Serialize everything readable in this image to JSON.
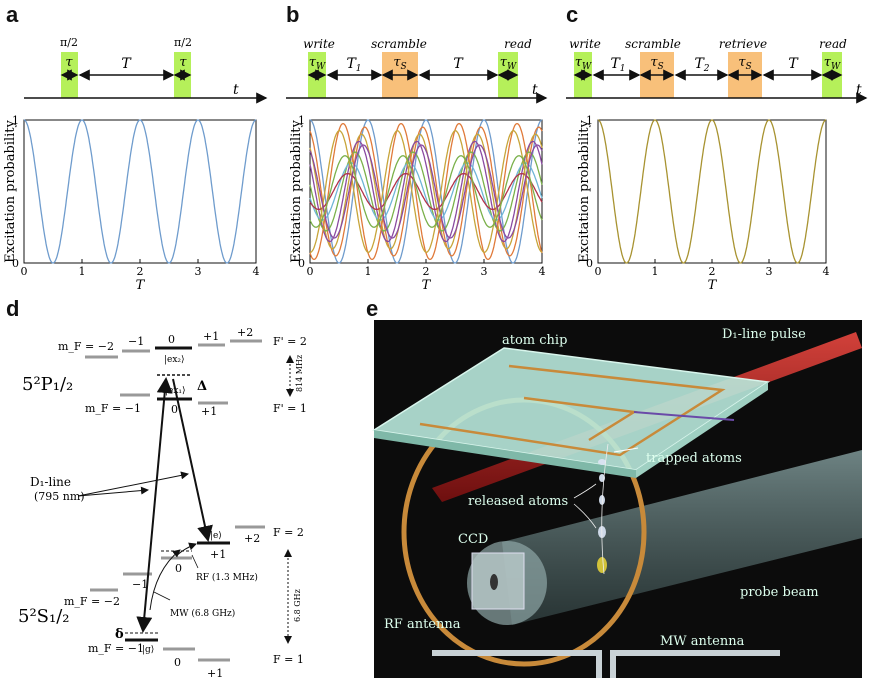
{
  "panels": {
    "a": {
      "letter": "a",
      "timeline": {
        "pulse_label_1": "π/2",
        "pulse_label_2": "π/2",
        "tau_1": "τ",
        "tau_2": "τ",
        "gap_label": "T",
        "axis_label": "t"
      },
      "chart": {
        "ylabel": "Excitation probability",
        "xlabel": "T",
        "xticks": [
          "0",
          "1",
          "2",
          "3",
          "4"
        ],
        "yticks": [
          "0",
          "1"
        ]
      }
    },
    "b": {
      "letter": "b",
      "timeline": {
        "write": "write",
        "scramble": "scramble",
        "read": "read",
        "tau_w1": "τ",
        "tau_w1_sub": "W",
        "tau_s": "τ",
        "tau_s_sub": "S",
        "tau_w2": "τ",
        "tau_w2_sub": "W",
        "t1": "T",
        "t1_sub": "1",
        "gap": "T",
        "axis_label": "t"
      },
      "chart": {
        "ylabel": "Excitation probability",
        "xlabel": "T",
        "xticks": [
          "0",
          "1",
          "2",
          "3",
          "4"
        ],
        "yticks": [
          "0",
          "1"
        ]
      }
    },
    "c": {
      "letter": "c",
      "timeline": {
        "write": "write",
        "scramble": "scramble",
        "retrieve": "retrieve",
        "read": "read",
        "tau_w1": "τ",
        "tau_w1_sub": "W",
        "tau_s1": "τ",
        "tau_s1_sub": "S",
        "tau_s2": "τ",
        "tau_s2_sub": "S",
        "tau_w2": "τ",
        "tau_w2_sub": "W",
        "t1": "T",
        "t1_sub": "1",
        "t2": "T",
        "t2_sub": "2",
        "gap": "T",
        "axis_label": "t"
      },
      "chart": {
        "ylabel": "Excitation probability",
        "xlabel": "T",
        "xticks": [
          "0",
          "1",
          "2",
          "3",
          "4"
        ],
        "yticks": [
          "0",
          "1"
        ]
      }
    },
    "d": {
      "letter": "d",
      "upper_state": "5²P₁/₂",
      "lower_state": "5²S₁/₂",
      "upper_mf": [
        "m_F = −2",
        "−1",
        "0",
        "+1",
        "+2"
      ],
      "upper_mf2": [
        "m_F = −1",
        "0",
        "+1"
      ],
      "F_prime_2": "F' = 2",
      "F_prime_1": "F' = 1",
      "hf_upper": "814 MHz",
      "F_2": "F = 2",
      "F_1": "F = 1",
      "hf_lower": "6.8 GHz",
      "lower_mf": [
        "−1",
        "0",
        "+1",
        "+2"
      ],
      "lower_mf_row2": [
        "m_F = −2"
      ],
      "lower_mf_row3": [
        "m_F = −1",
        "0",
        "+1"
      ],
      "ket_ex2": "|ex₂⟩",
      "ket_ex1": "|ex₁⟩",
      "ket_e": "|e⟩",
      "ket_g": "|g⟩",
      "Delta": "Δ",
      "delta": "δ",
      "d1_line": "D₁-line",
      "d1_wl": "(795 nm)",
      "rf": "RF (1.3 MHz)",
      "mw": "MW (6.8 GHz)"
    },
    "e": {
      "letter": "e",
      "atom_chip": "atom chip",
      "d1_pulse": "D₁-line pulse",
      "trapped": "trapped atoms",
      "released": "released atoms",
      "ccd": "CCD",
      "probe": "probe beam",
      "rf_antenna": "RF antenna",
      "mw_antenna": "MW antenna"
    }
  },
  "chart_data": [
    {
      "type": "line",
      "xlabel": "T",
      "ylabel": "Excitation probability",
      "xlim": [
        0,
        4
      ],
      "ylim": [
        0,
        1
      ],
      "x_range": [
        0,
        4
      ],
      "series": [
        {
          "function": "cos^2(pi*T)",
          "color": "#6f9ccd"
        }
      ]
    },
    {
      "type": "line",
      "xlabel": "T",
      "ylabel": "Excitation probability",
      "xlim": [
        0,
        4
      ],
      "ylim": [
        0,
        1
      ],
      "x_range": [
        0,
        4
      ],
      "series": [
        {
          "amplitude": 1.0,
          "phase": 0.0,
          "color": "#6f9ccd"
        },
        {
          "amplitude": 0.9,
          "phase": 0.35,
          "color": "#e07a3a"
        },
        {
          "amplitude": 0.8,
          "phase": 0.7,
          "color": "#c7a53a"
        },
        {
          "amplitude": 0.7,
          "phase": 1.0,
          "color": "#8a4aa1"
        },
        {
          "amplitude": 0.55,
          "phase": 1.4,
          "color": "#7ab04a"
        },
        {
          "amplitude": 0.4,
          "phase": 1.8,
          "color": "#6fb6d6"
        },
        {
          "amplitude": 0.25,
          "phase": 2.2,
          "color": "#b2334a"
        },
        {
          "amplitude": 0.95,
          "phase": 2.7,
          "color": "#e07a3a"
        },
        {
          "amplitude": 0.85,
          "phase": 3.1,
          "color": "#c7a53a"
        },
        {
          "amplitude": 0.65,
          "phase": 0.5,
          "color": "#8a4aa1"
        },
        {
          "amplitude": 0.5,
          "phase": 2.5,
          "color": "#7ab04a"
        }
      ]
    },
    {
      "type": "line",
      "xlabel": "T",
      "ylabel": "Excitation probability",
      "xlim": [
        0,
        4
      ],
      "ylim": [
        0,
        1
      ],
      "x_range": [
        0,
        4
      ],
      "series": [
        {
          "function": "cos^2(pi*T)",
          "color": "#a89331"
        }
      ]
    }
  ],
  "colors": {
    "green_pulse": "#b5f05a",
    "orange_pulse": "#f8c07a",
    "chip": "#b8e8dc",
    "wire": "#c88a3a",
    "beam": "#8fa6a6",
    "red_beam": "#b11e1e",
    "scene_bg": "#0c0c0c"
  }
}
